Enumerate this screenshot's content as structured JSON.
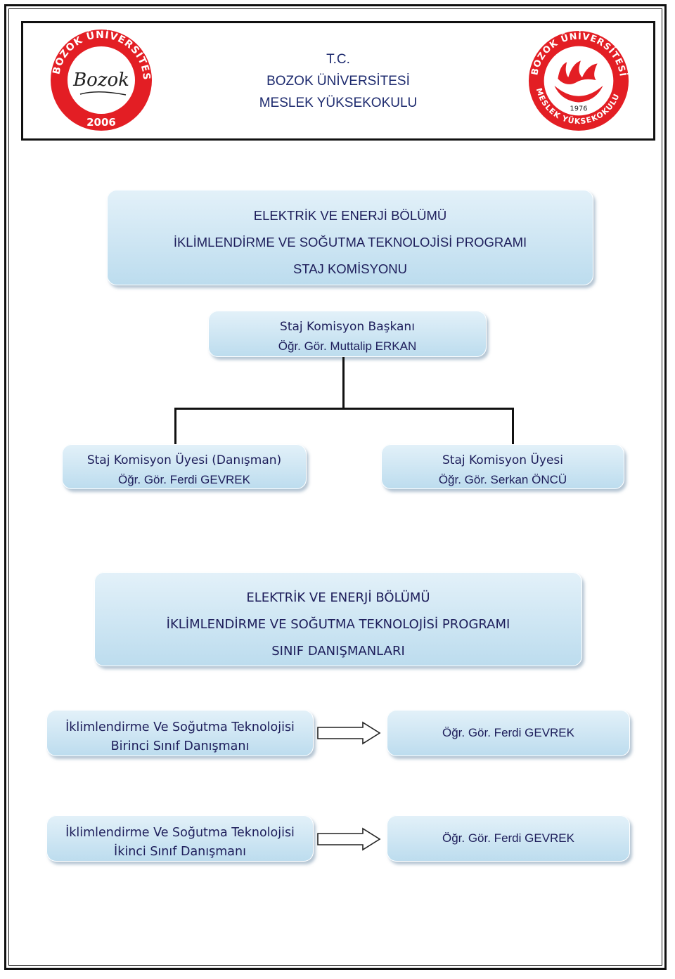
{
  "header": {
    "line1": "T.C.",
    "line2": "BOZOK ÜNİVERSİTESİ",
    "line3": "MESLEK YÜKSEKOKULU",
    "left_logo": {
      "ring_text": "BOZOK ÜNİVERSİTESİ",
      "script": "Bozok",
      "year": "2006",
      "icon": "bozok-university-logo"
    },
    "right_logo": {
      "ring_text_top": "BOZOK ÜNİVERSİTESİ",
      "ring_text_bottom": "MESLEK YÜKSEKOKULU",
      "year": "1976",
      "icon": "myo-logo"
    }
  },
  "commission": {
    "title_lines": [
      "ELEKTRİK VE ENERJİ BÖLÜMÜ",
      "İKLİMLENDİRME VE SOĞUTMA TEKNOLOJİSİ PROGRAMI",
      "STAJ KOMİSYONU"
    ],
    "chair": {
      "role": "Staj Komisyon Başkanı",
      "name": "Öğr. Gör. Muttalip ERKAN"
    },
    "members": [
      {
        "role": "Staj Komisyon Üyesi (Danışman)",
        "name": "Öğr. Gör. Ferdi GEVREK"
      },
      {
        "role": "Staj Komisyon Üyesi",
        "name": "Öğr. Gör. Serkan ÖNCÜ"
      }
    ]
  },
  "advisors": {
    "title_lines": [
      "ELEKTRİK VE ENERJİ BÖLÜMÜ",
      "İKLİMLENDİRME VE SOĞUTMA TEKNOLOJİSİ PROGRAMI",
      "SINIF DANIŞMANLARI"
    ],
    "rows": [
      {
        "label_lines": [
          "İklimlendirme Ve Soğutma Teknolojisi",
          "Birinci Sınıf Danışmanı"
        ],
        "name": "Öğr. Gör. Ferdi GEVREK"
      },
      {
        "label_lines": [
          "İklimlendirme Ve Soğutma Teknolojisi",
          "İkinci Sınıf Danışmanı"
        ],
        "name": "Öğr. Gör. Ferdi GEVREK"
      }
    ]
  },
  "colors": {
    "box_top": "#e3f1f9",
    "box_bottom": "#bcdcee",
    "logo_red": "#e31e24",
    "text_navy": "#1d2a6e"
  }
}
